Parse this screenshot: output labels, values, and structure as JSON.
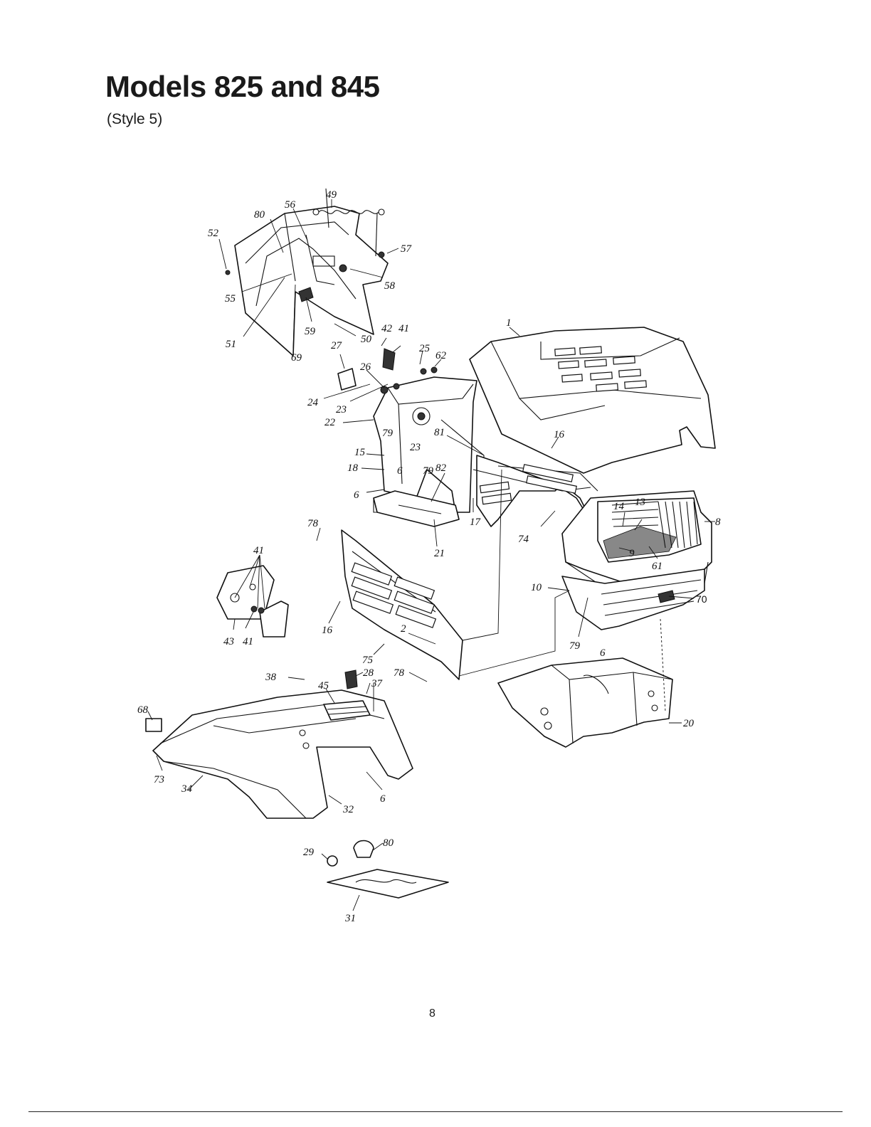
{
  "header": {
    "title": "Models 825 and 845",
    "subtitle": "(Style 5)"
  },
  "footer": {
    "page_number": "8"
  },
  "callouts": {
    "c49": "49",
    "c80a": "80",
    "c56": "56",
    "c52": "52",
    "c57": "57",
    "c58": "58",
    "c55": "55",
    "c59": "59",
    "c50": "50",
    "c51": "51",
    "c69": "69",
    "c42": "42",
    "c41a": "41",
    "c25": "25",
    "c62": "62",
    "c27": "27",
    "c26": "26",
    "c24": "24",
    "c23a": "23",
    "c22": "22",
    "c1": "1",
    "c16a": "16",
    "c79a": "79",
    "c23b": "23",
    "c81": "81",
    "c15": "15",
    "c18": "18",
    "c6a": "6",
    "c79b": "79",
    "c82": "82",
    "c6b": "6",
    "c17": "17",
    "c14": "14",
    "c13": "13",
    "c8": "8",
    "c78a": "78",
    "c21": "21",
    "c74": "74",
    "c9": "9",
    "c61": "61",
    "c41b": "41",
    "c10": "10",
    "c70": "70",
    "c16b": "16",
    "c43": "43",
    "c41c": "41",
    "c79c": "79",
    "c6c": "6",
    "c2": "2",
    "c75": "75",
    "c38": "38",
    "c28": "28",
    "c37": "37",
    "c78b": "78",
    "c45": "45",
    "c68": "68",
    "c20": "20",
    "c73": "73",
    "c34": "34",
    "c32": "32",
    "c6d": "6",
    "c29": "29",
    "c80b": "80",
    "c31": "31"
  }
}
